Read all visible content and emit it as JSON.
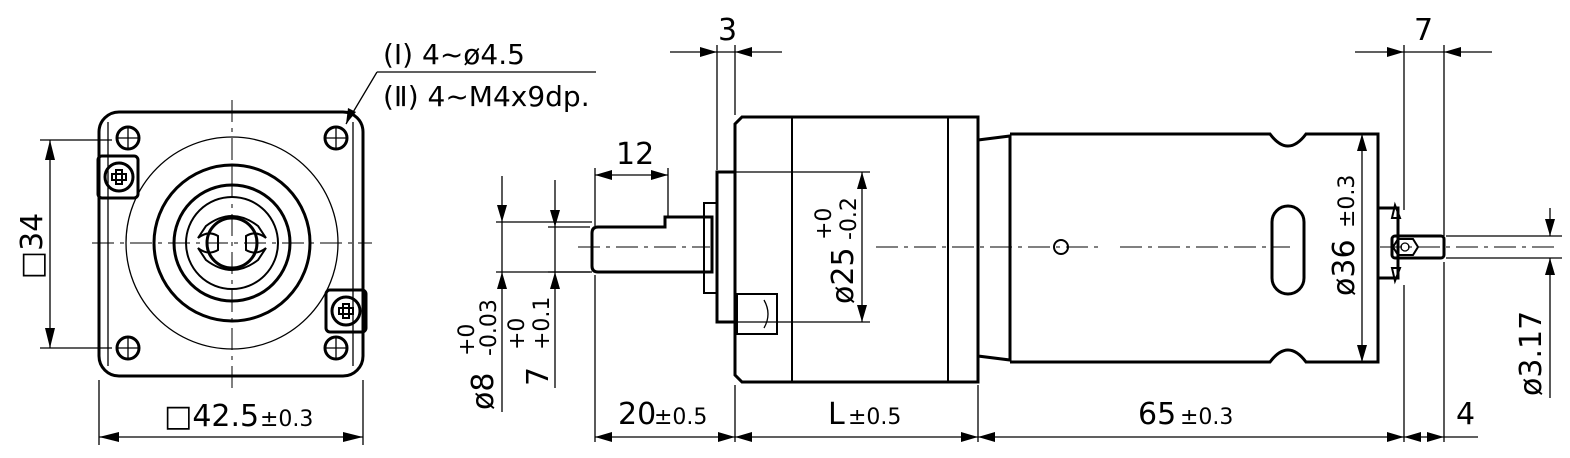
{
  "hole_callout": {
    "line1": "(Ⅰ) 4~ø4.5",
    "line2": "(Ⅱ) 4~M4x9dp."
  },
  "front_view": {
    "flange_square": "□42.5",
    "flange_tol": "±0.3",
    "hole_pitch": "□34"
  },
  "side_view": {
    "flange_thickness": "3",
    "key_length": "12",
    "shaft_length": "20",
    "shaft_length_tol": "±0.5",
    "gearbox_length": "L",
    "gearbox_length_tol": "±0.5",
    "motor_length": "65",
    "motor_length_tol": "±0.3",
    "rear_shaft_length": "4",
    "encoder_offset": "7",
    "shaft_dia": "ø8",
    "shaft_dia_tol_upper": "+0",
    "shaft_dia_tol_lower": "-0.03",
    "flat_height": "7",
    "flat_tol_upper": "+0",
    "flat_tol_lower": "+0.1",
    "pilot_dia": "ø25",
    "pilot_tol_upper": "+0",
    "pilot_tol_lower": "-0.2",
    "motor_dia": "ø36",
    "motor_dia_tol": "±0.3",
    "rear_shaft_dia": "ø3.17"
  }
}
